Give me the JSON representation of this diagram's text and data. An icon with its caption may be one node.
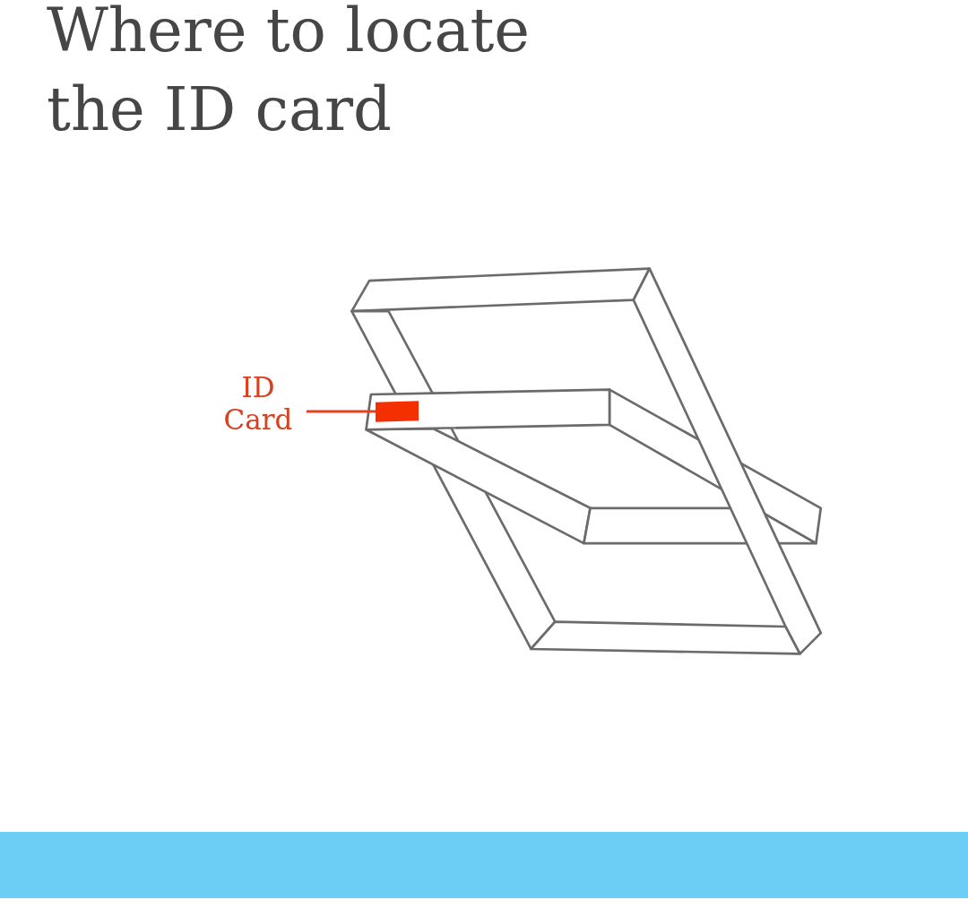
{
  "diagram": {
    "title": "Where to locate the ID card",
    "nodes": [
      {
        "text": [
          "ID Card"
        ]
      },
      {
        "text": [],
        "shape": "box"
      }
    ],
    "edges": [
      {
        "from": 0,
        "to": 1,
        "arrow": "none"
      }
    ]
  }
}
